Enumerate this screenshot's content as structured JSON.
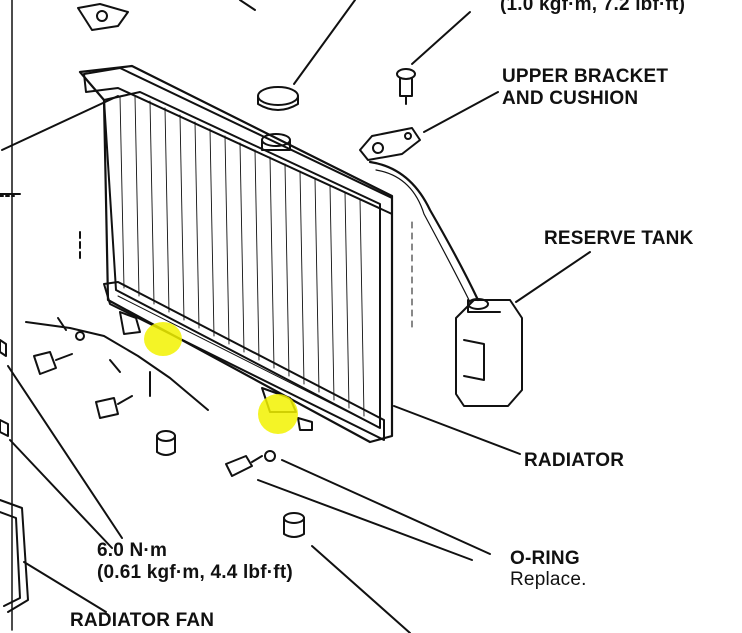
{
  "labels": {
    "torque_top": "(1.0 kgf·m, 7.2 lbf·ft)",
    "upper_bracket_line1": "UPPER BRACKET",
    "upper_bracket_line2": "AND CUSHION",
    "reserve_tank": "RESERVE TANK",
    "radiator": "RADIATOR",
    "o_ring": "O-RING",
    "o_ring_note": "Replace.",
    "torque_fan_line1": "6.0 N·m",
    "torque_fan_line2": "(0.61 kgf·m, 4.4 lbf·ft)",
    "radiator_fan": "RADIATOR FAN"
  },
  "colors": {
    "ink": "#111111",
    "highlight": "#f2f200",
    "paper": "#ffffff"
  }
}
